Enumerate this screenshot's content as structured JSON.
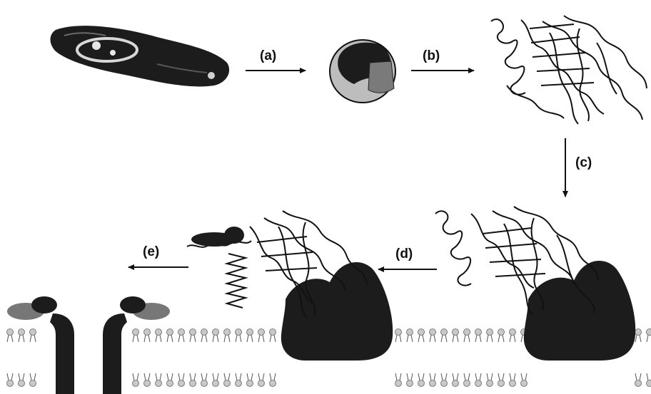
{
  "diagram": {
    "steps": [
      {
        "id": "a",
        "label": "(a)"
      },
      {
        "id": "b",
        "label": "(b)"
      },
      {
        "id": "c",
        "label": "(c)"
      },
      {
        "id": "d",
        "label": "(d)"
      },
      {
        "id": "e",
        "label": "(e)"
      }
    ],
    "colors": {
      "ink": "#111111",
      "dark_fill": "#1c1c1c",
      "mid_gray": "#777777",
      "light_gray": "#bdbdbd",
      "background": "#ffffff"
    }
  }
}
